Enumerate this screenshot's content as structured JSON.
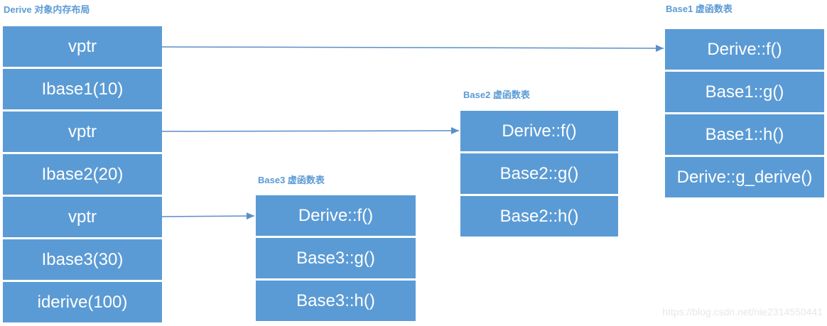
{
  "colors": {
    "box_fill": "#5b9bd5",
    "box_text": "#ffffff",
    "label_text": "#5b9bd5",
    "arrow": "#5b8fc9",
    "watermark_text": "#e7e7e7",
    "background": "#ffffff"
  },
  "memory_layout": {
    "title": "Derive 对象内存布局",
    "cells": [
      "vptr",
      "Ibase1(10)",
      "vptr",
      "Ibase2(20)",
      "vptr",
      "Ibase3(30)",
      "iderive(100)"
    ]
  },
  "vtables": [
    {
      "name": "base1",
      "title": "Base1 虚函数表",
      "functions": [
        "Derive::f()",
        "Base1::g()",
        "Base1::h()",
        "Derive::g_derive()"
      ]
    },
    {
      "name": "base2",
      "title": "Base2 虚函数表",
      "functions": [
        "Derive::f()",
        "Base2::g()",
        "Base2::h()"
      ]
    },
    {
      "name": "base3",
      "title": "Base3 虚函数表",
      "functions": [
        "Derive::f()",
        "Base3::g()",
        "Base3::h()"
      ]
    }
  ],
  "arrows": [
    {
      "from": "vptr (slot 0)",
      "to": "Base1 虚函数表"
    },
    {
      "from": "vptr (slot 2)",
      "to": "Base2 虚函数表"
    },
    {
      "from": "vptr (slot 4)",
      "to": "Base3 虚函数表"
    }
  ],
  "watermark": "https://blog.csdn.net/nie2314550441"
}
